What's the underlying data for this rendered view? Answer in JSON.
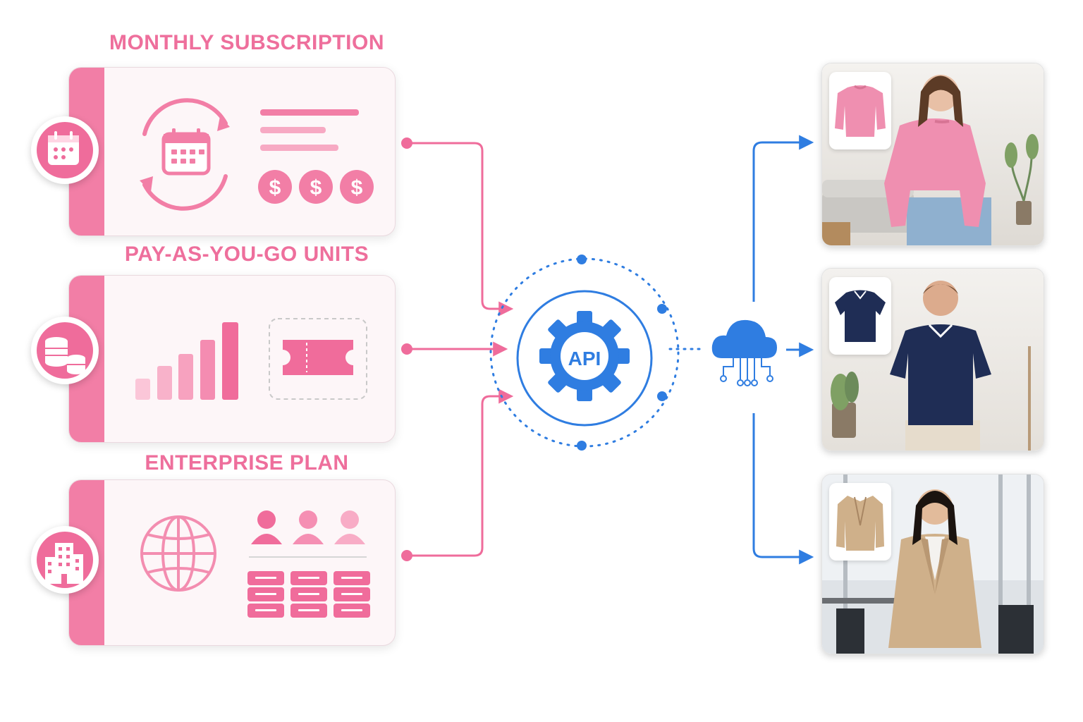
{
  "plans": [
    {
      "title": "MONTHLY SUBSCRIPTION",
      "badge_icon": "calendar-icon",
      "accent": "#ef6c9b"
    },
    {
      "title": "PAY-AS-YOU-GO UNITS",
      "badge_icon": "coins-icon",
      "accent": "#ef6c9b"
    },
    {
      "title": "ENTERPRISE PLAN",
      "badge_icon": "building-icon",
      "accent": "#ef6c9b"
    }
  ],
  "monthly": {
    "currency_symbol": "$"
  },
  "hub": {
    "label": "API",
    "color": "#2f7de1"
  },
  "outputs": [
    {
      "garment": "pink knit sweater",
      "icon": "sweater-icon"
    },
    {
      "garment": "navy polo shirt",
      "icon": "polo-icon"
    },
    {
      "garment": "beige blazer",
      "icon": "blazer-icon"
    }
  ],
  "colors": {
    "pink": "#ef6c9b",
    "pink_light": "#f7a9c3",
    "blue": "#2f7de1"
  }
}
